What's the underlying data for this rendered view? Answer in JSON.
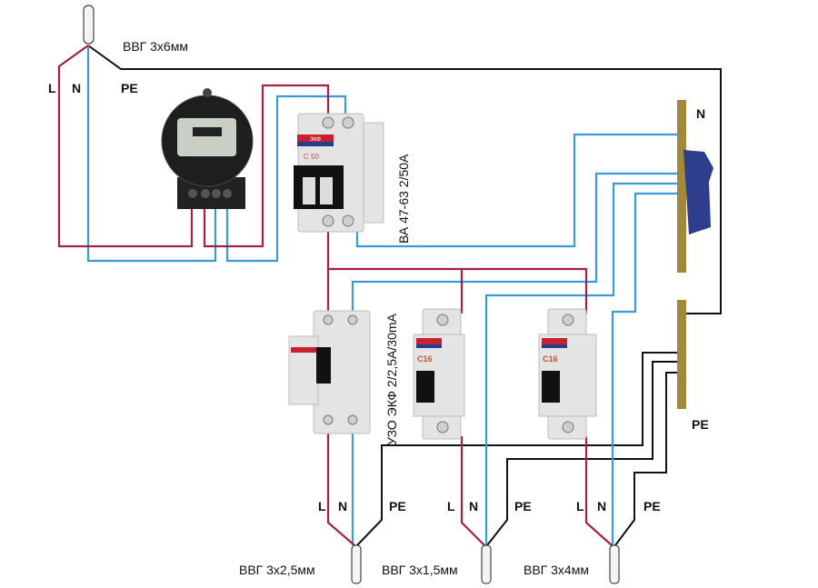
{
  "labels": {
    "input_cable": "ВВГ 3х6мм",
    "input_L": "L",
    "input_N": "N",
    "input_PE": "PE",
    "n_bus": "N",
    "pe_bus": "PE",
    "main_breaker": "ВА 47-63 2/50А",
    "rcd": "УЗО ЭКФ 2/2,5А/30mA",
    "main_breaker_rating": "C 50",
    "mcb1_rating": "C16",
    "mcb2_rating": "C16",
    "brand": "ЭКФ"
  },
  "outputs": [
    {
      "cable": "ВВГ 3х2,5мм",
      "L": "L",
      "N": "N",
      "PE": "PE"
    },
    {
      "cable": "ВВГ 3х1,5мм",
      "L": "L",
      "N": "N",
      "PE": "PE"
    },
    {
      "cable": "ВВГ 3х4мм",
      "L": "L",
      "N": "N",
      "PE": "PE"
    }
  ],
  "colors": {
    "phase": "#a52045",
    "neutral": "#3a9ad8",
    "earth": "#111111"
  }
}
